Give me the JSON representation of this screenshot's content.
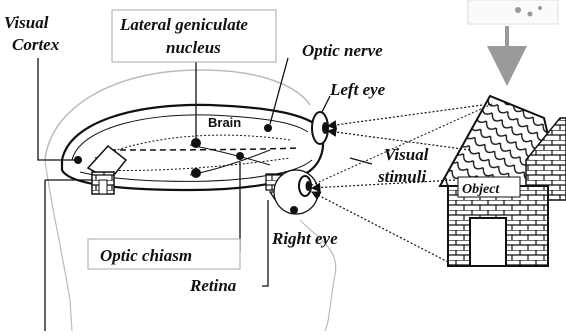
{
  "labels": {
    "visual_cortex_line1": "Visual",
    "visual_cortex_line2": "Cortex",
    "lgn_line1": "Lateral geniculate",
    "lgn_line2": "nucleus",
    "optic_nerve": "Optic nerve",
    "left_eye": "Left eye",
    "brain": "Brain",
    "visual_stimuli_line1": "Visual",
    "visual_stimuli_line2": "stimuli",
    "object": "Object",
    "optic_chiasm": "Optic chiasm",
    "right_eye": "Right eye",
    "retina": "Retina"
  },
  "colors": {
    "ink": "#111111",
    "gray_arrow": "#9a9a9a",
    "faint": "#b8b8b8",
    "brick_fill": "#ffffff"
  }
}
